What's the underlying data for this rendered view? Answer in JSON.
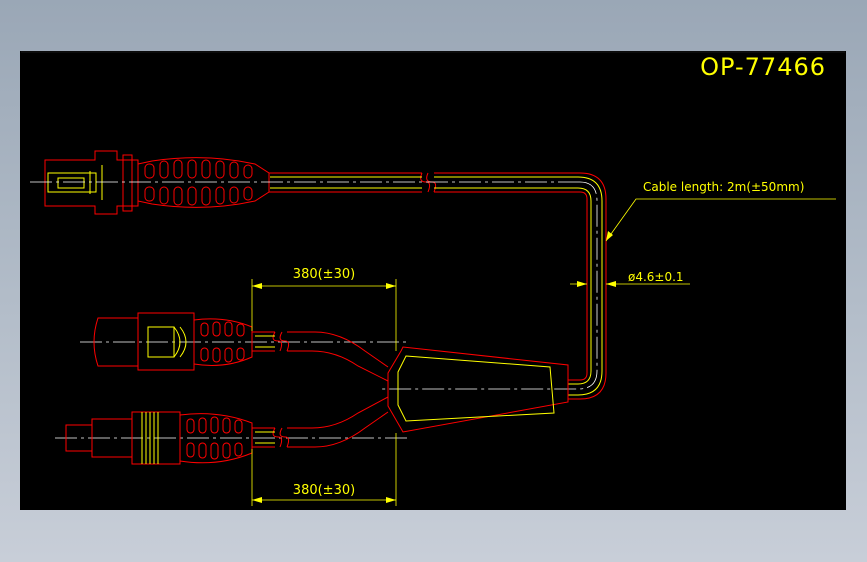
{
  "drawing": {
    "part_number": "OP-77466",
    "cable_length_note": "Cable length: 2m(±50mm)",
    "diameter_note": "ø4.6±0.1",
    "branch_length_top": "380(±30)",
    "branch_length_bottom": "380(±30)"
  },
  "colors": {
    "background": "#000000",
    "outline": "#ff0000",
    "dimension": "#ffff00",
    "centerline": "#ffffff"
  }
}
